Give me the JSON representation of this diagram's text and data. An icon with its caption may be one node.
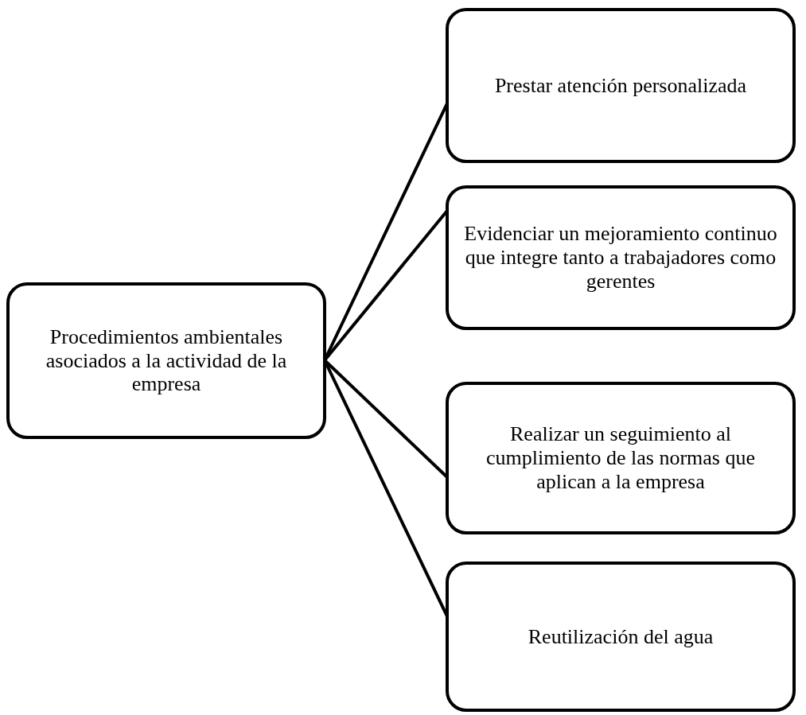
{
  "diagram": {
    "nodes": [
      {
        "text": [
          "Procedimientos ambientales asociados a la actividad de la empresa"
        ]
      },
      {
        "text": [
          "Prestar atención personalizada"
        ]
      },
      {
        "text": [
          "Evidenciar un mejoramiento continuo que integre tanto a trabajadores como gerentes"
        ]
      },
      {
        "text": [
          "Realizar un seguimiento al cumplimiento de las normas que aplican a la empresa"
        ]
      },
      {
        "text": [
          "Reutilización del agua"
        ]
      }
    ],
    "edges": [
      {
        "from": 0,
        "to": 1,
        "arrow": "none"
      },
      {
        "from": 0,
        "to": 2,
        "arrow": "none"
      },
      {
        "from": 0,
        "to": 3,
        "arrow": "none"
      },
      {
        "from": 0,
        "to": 4,
        "arrow": "none"
      }
    ]
  }
}
